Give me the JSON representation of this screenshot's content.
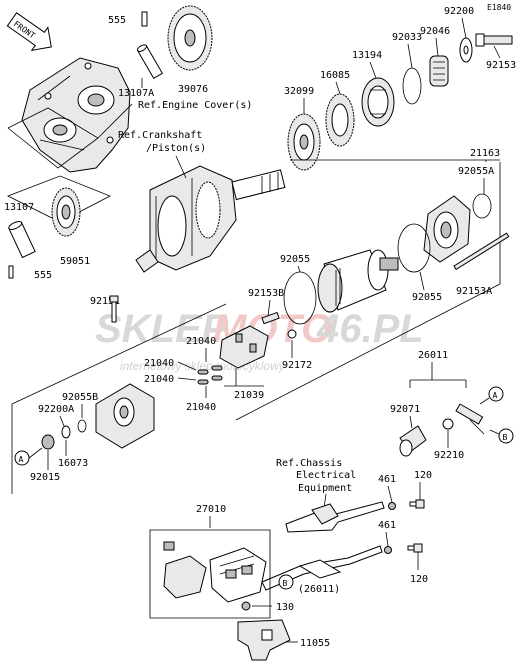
{
  "diagram_code": "E1840",
  "front_label": "FRONT",
  "watermark": {
    "main_left": "SKLEP",
    "main_mid": "MOTO",
    "main_right": "46.PL",
    "sub": "internetowy sklep motocyklowy"
  },
  "refs": {
    "engine_cover": "Ref.Engine Cover(s)",
    "crankshaft_line1": "Ref.Crankshaft",
    "crankshaft_line2": "/Piston(s)",
    "chassis_line1": "Ref.Chassis",
    "chassis_line2": "Electrical",
    "chassis_line3": "Equipment"
  },
  "callouts": {
    "A": "A",
    "B": "B"
  },
  "parts": {
    "p555_top": "555",
    "p13107A": "13107A",
    "p39076": "39076",
    "p13194": "13194",
    "p92033": "92033",
    "p92046": "92046",
    "p92200": "92200",
    "p92153_top": "92153",
    "p32099": "32099",
    "p16085": "16085",
    "p21163": "21163",
    "p92055A": "92055A",
    "p13107": "13107",
    "p59051": "59051",
    "p555_left": "555",
    "p92055_mid": "92055",
    "p92055_right": "92055",
    "p92153A": "92153A",
    "p92151": "92151",
    "p92153B": "92153B",
    "p92172": "92172",
    "p21040_a": "21040",
    "p21040_b": "21040",
    "p21040_c": "21040",
    "p21040_d": "21040",
    "p21039": "21039",
    "p26011": "26011",
    "p92055B": "92055B",
    "p92200A": "92200A",
    "p16073": "16073",
    "p92015": "92015",
    "p92071": "92071",
    "p92210": "92210",
    "p461_a": "461",
    "p120_a": "120",
    "p461_b": "461",
    "p120_b": "120",
    "p27010": "27010",
    "p26011_paren": "(26011)",
    "p130": "130",
    "p11055": "11055"
  }
}
